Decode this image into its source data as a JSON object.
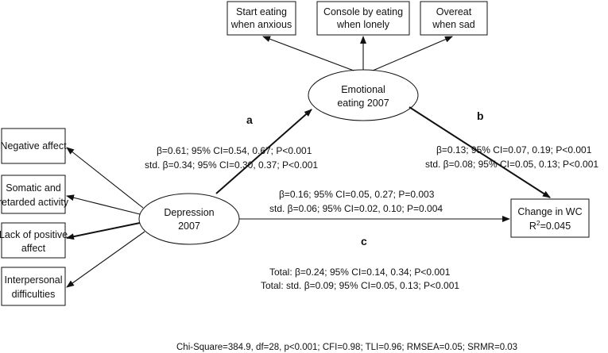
{
  "indicators_top": [
    {
      "line1": "Start eating",
      "line2": "when anxious"
    },
    {
      "line1": "Console by eating",
      "line2": "when lonely"
    },
    {
      "line1": "Overeat",
      "line2": "when sad"
    }
  ],
  "mediator": {
    "line1": "Emotional",
    "line2": "eating 2007"
  },
  "predictor": {
    "line1": "Depression",
    "line2": "2007"
  },
  "outcome": {
    "line1": "Change in WC",
    "line2_prefix": "R",
    "line2_sup": "2",
    "line2_suffix": "=0.045"
  },
  "indicators_left": [
    {
      "line1": "Negative affect",
      "line2": ""
    },
    {
      "line1": "Somatic and",
      "line2": "retarded activity"
    },
    {
      "line1": "Lack of positive",
      "line2": "affect"
    },
    {
      "line1": "Interpersonal",
      "line2": "difficulties"
    }
  ],
  "paths": {
    "a": {
      "letter": "a",
      "line1": "β=0.61; 95% CI=0.54, 0.67; P<0.001",
      "line2": "std. β=0.34; 95% CI=0.30, 0.37; P<0.001"
    },
    "b": {
      "letter": "b",
      "line1": "β=0.13; 95% CI=0.07, 0.19; P<0.001",
      "line2": "std. β=0.08; 95% CI=0.05, 0.13; P<0.001"
    },
    "c_direct": {
      "line1": "β=0.16; 95% CI=0.05, 0.27; P=0.003",
      "line2": "std. β=0.06; 95% CI=0.02, 0.10; P=0.004"
    },
    "c": {
      "letter": "c",
      "line1": "Total:  β=0.24; 95% CI=0.14,  0.34; P<0.001",
      "line2": "Total:  std. β=0.09; 95% CI=0.05,  0.13; P<0.001"
    }
  },
  "fit_indices": "Chi-Square=384.9,  df=28,  p<0.001;  CFI=0.98;  TLI=0.96;  RMSEA=0.05;  SRMR=0.03"
}
